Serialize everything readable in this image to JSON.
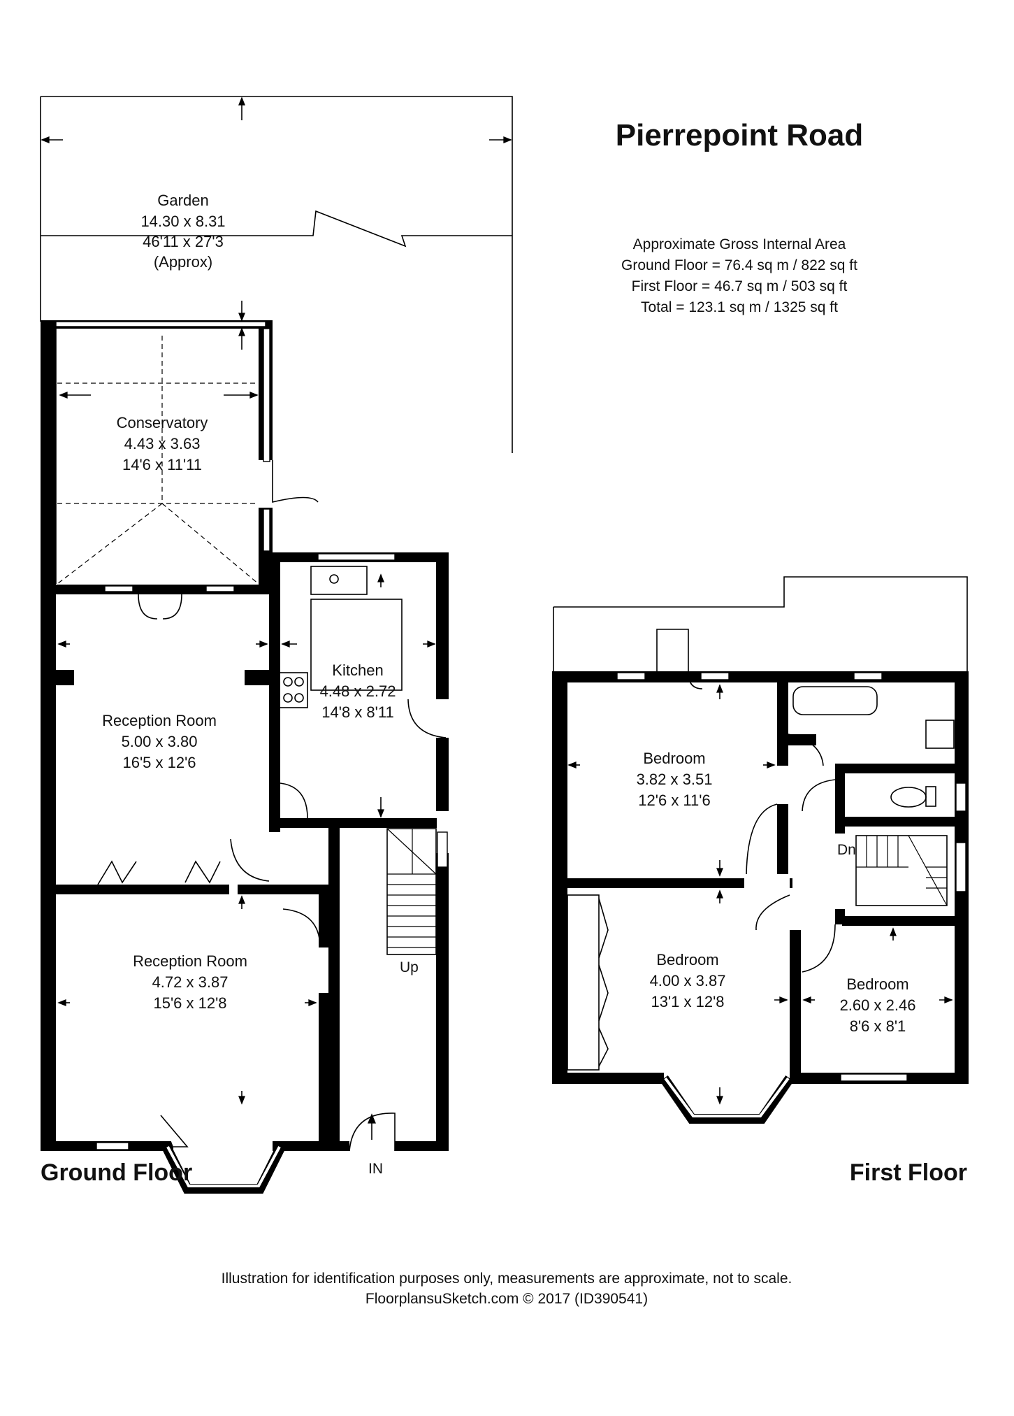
{
  "title": "Pierrepoint Road",
  "area_summary": {
    "heading": "Approximate Gross Internal Area",
    "ground": "Ground Floor = 76.4 sq m / 822 sq ft",
    "first": "First Floor = 46.7 sq m / 503 sq ft",
    "total": "Total = 123.1 sq m / 1325 sq ft"
  },
  "floors": {
    "ground": "Ground Floor",
    "first": "First Floor"
  },
  "rooms": {
    "garden": {
      "name": "Garden",
      "metric": "14.30 x 8.31",
      "imperial": "46'11 x 27'3",
      "note": "(Approx)"
    },
    "conservatory": {
      "name": "Conservatory",
      "metric": "4.43 x 3.63",
      "imperial": "14'6 x 11'11"
    },
    "kitchen": {
      "name": "Kitchen",
      "metric": "4.48 x 2.72",
      "imperial": "14'8 x 8'11"
    },
    "reception1": {
      "name": "Reception Room",
      "metric": "5.00 x 3.80",
      "imperial": "16'5 x 12'6"
    },
    "reception2": {
      "name": "Reception Room",
      "metric": "4.72 x 3.87",
      "imperial": "15'6 x 12'8"
    },
    "bedroom1": {
      "name": "Bedroom",
      "metric": "3.82 x 3.51",
      "imperial": "12'6 x 11'6"
    },
    "bedroom2": {
      "name": "Bedroom",
      "metric": "4.00 x 3.87",
      "imperial": "13'1 x 12'8"
    },
    "bedroom3": {
      "name": "Bedroom",
      "metric": "2.60 x 2.46",
      "imperial": "8'6 x 8'1"
    }
  },
  "markers": {
    "up": "Up",
    "down": "Dn",
    "entrance": "IN"
  },
  "footer": {
    "disclaimer": "Illustration for identification purposes only, measurements are approximate, not to scale.",
    "credit": "FloorplansuSketch.com © 2017 (ID390541)"
  }
}
